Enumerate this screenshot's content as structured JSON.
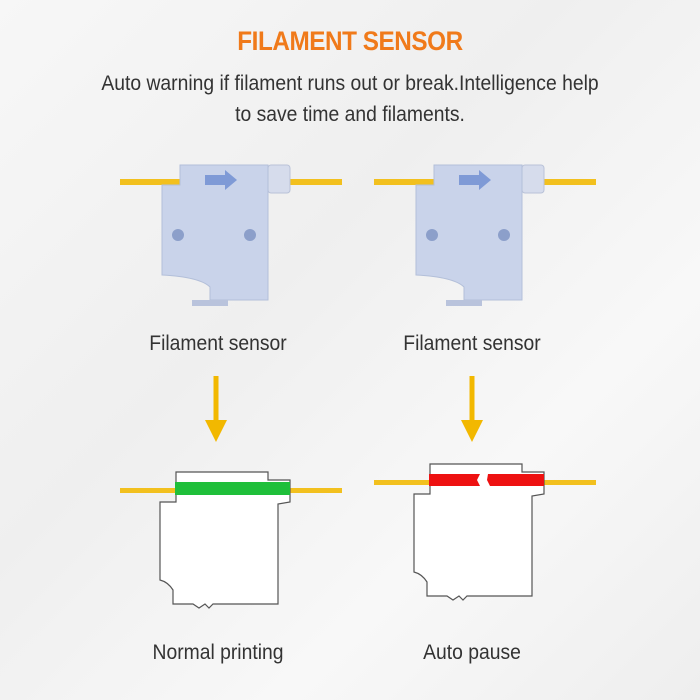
{
  "title": "FILAMENT SENSOR",
  "subtitle_line1": "Auto warning if filament runs out or break.Intelligence help",
  "subtitle_line2": "to save time and filaments.",
  "panels": [
    {
      "sensor_label": "Filament sensor",
      "status_label": "Normal printing",
      "state_color": "#1fbf3a"
    },
    {
      "sensor_label": "Filament sensor",
      "status_label": "Auto pause",
      "state_color": "#ee1111"
    }
  ],
  "colors": {
    "accent": "#f07a1a",
    "filament": "#f2c01e",
    "sensor_body": "#c9d3ea",
    "arrow": "#f2b800"
  }
}
